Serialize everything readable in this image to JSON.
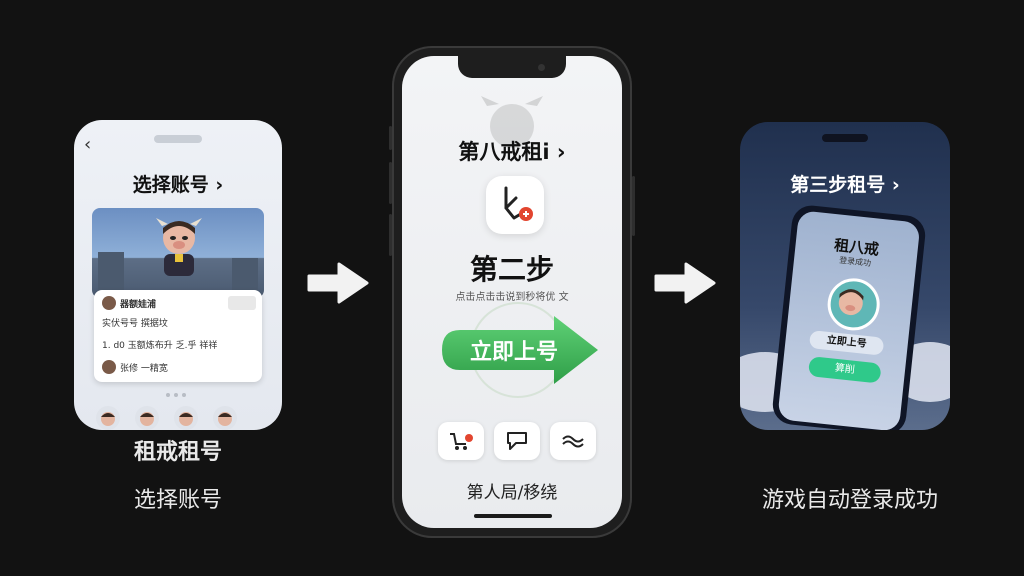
{
  "left_card": {
    "back_glyph": "‹",
    "title": "选择账号 ›",
    "panel_rows": [
      "器额娃浦",
      "实伏号号 撰据坟",
      "1.  d0  玉额炼布升 乏.乎  祥祥",
      "张修 一精宽"
    ],
    "caption_top": "租戒租号",
    "caption_bottom": "选择账号"
  },
  "phone": {
    "title": "第八戒租i ›",
    "step": "第二步",
    "small_text": "点击点击击说到秒将优 文",
    "button_label": "立即上号",
    "bottom_text": "第人局/移绕"
  },
  "right_card": {
    "title": "第三步租号 ›",
    "inner_title": "租八戒",
    "inner_sub": "登录成功",
    "inner_label": "立即上号",
    "inner_button": "算削",
    "caption": "游戏自动登录成功"
  },
  "colors": {
    "background": "#121212",
    "accent_green": "#3cb95a",
    "arrow": "#f2f2f2"
  }
}
